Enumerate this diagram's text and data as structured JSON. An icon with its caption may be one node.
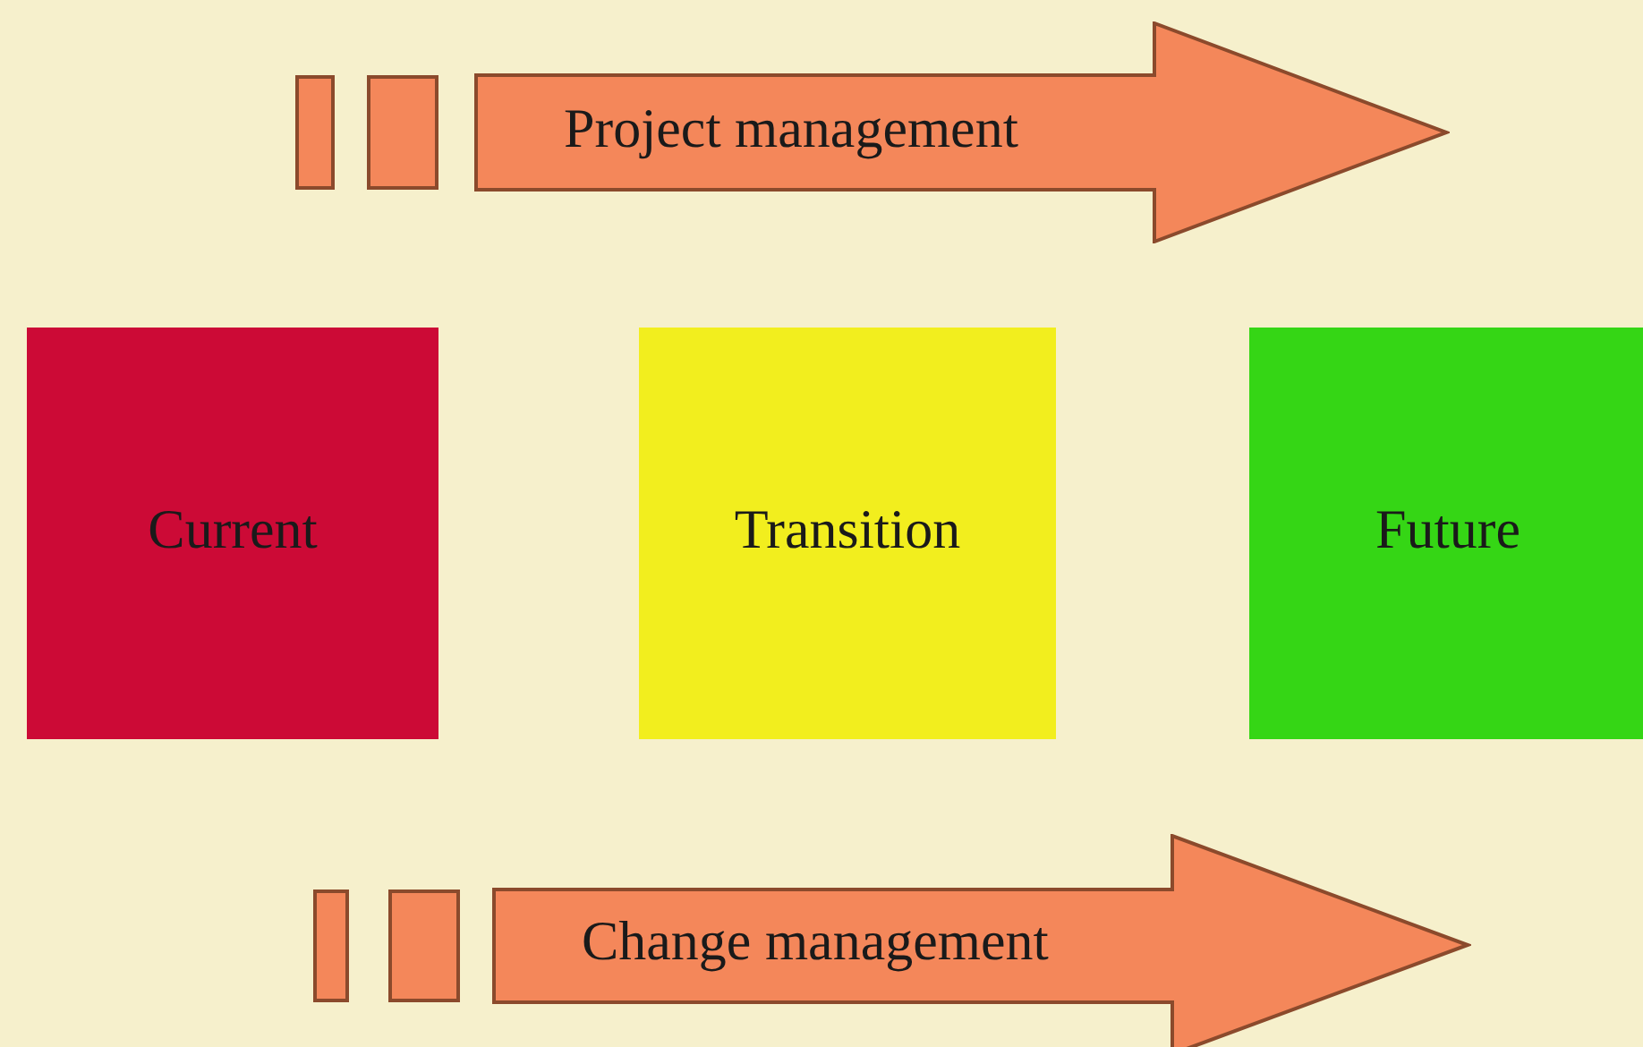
{
  "diagram": {
    "nodes": [
      {
        "text": [
          "Project management"
        ]
      },
      {
        "text": [
          "Current"
        ]
      },
      {
        "text": [
          "Transition"
        ]
      },
      {
        "text": [
          "Future"
        ]
      },
      {
        "text": [
          "Change management"
        ]
      }
    ]
  }
}
